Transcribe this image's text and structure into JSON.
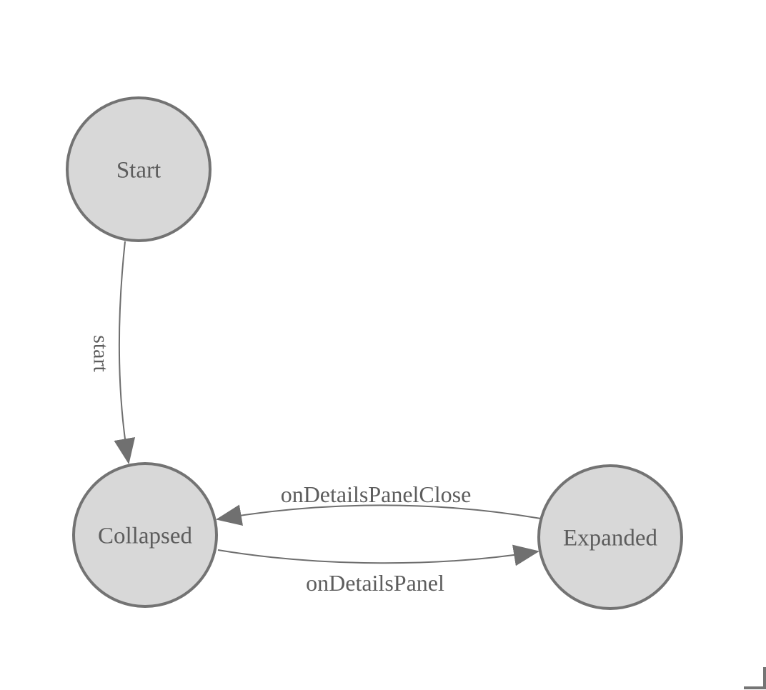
{
  "diagram": {
    "type": "state-machine-diagram",
    "background_color": "#ffffff",
    "colors": {
      "node_fill": "#d8d8d8",
      "node_stroke": "#737373",
      "edge_line": "#6e6e6e",
      "arrowhead": "#707070",
      "label_text": "#5d5d5d",
      "corner_mark": "#757575"
    },
    "nodes": [
      {
        "id": "start",
        "label": "Start"
      },
      {
        "id": "collapsed",
        "label": "Collapsed"
      },
      {
        "id": "expanded",
        "label": "Expanded"
      }
    ],
    "edges": [
      {
        "id": "start-to-collapsed",
        "label": "start",
        "from": "Start",
        "to": "Collapsed"
      },
      {
        "id": "expanded-to-collapsed",
        "label": "onDetailsPanelClose",
        "from": "Expanded",
        "to": "Collapsed"
      },
      {
        "id": "collapsed-to-expanded",
        "label": "onDetailsPanel",
        "from": "Collapsed",
        "to": "Expanded"
      }
    ],
    "corner_mark": {
      "name": "scroll-corner-mark"
    }
  }
}
